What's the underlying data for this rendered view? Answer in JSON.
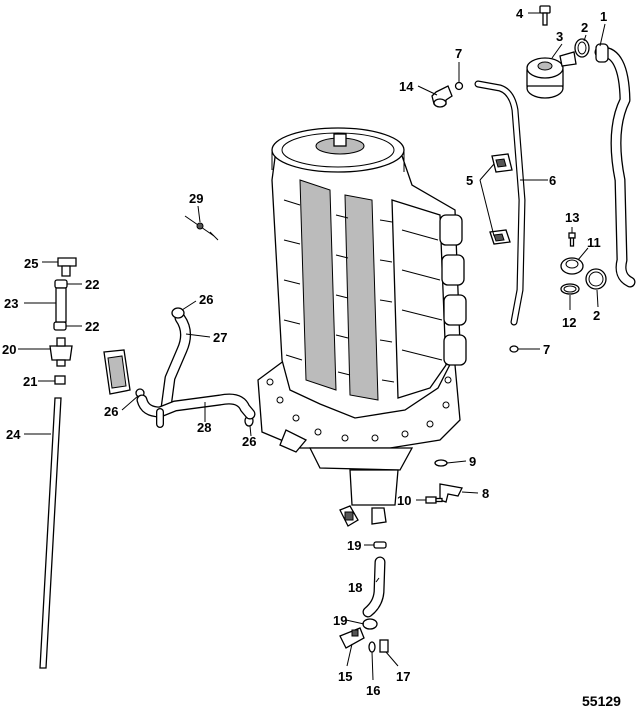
{
  "diagram": {
    "figure_number": "55129",
    "callouts": [
      "1",
      "2",
      "3",
      "4",
      "5",
      "6",
      "7",
      "8",
      "9",
      "10",
      "11",
      "12",
      "13",
      "14",
      "15",
      "16",
      "17",
      "18",
      "19",
      "20",
      "21",
      "22",
      "23",
      "24",
      "25",
      "26",
      "27",
      "28",
      "29"
    ]
  }
}
